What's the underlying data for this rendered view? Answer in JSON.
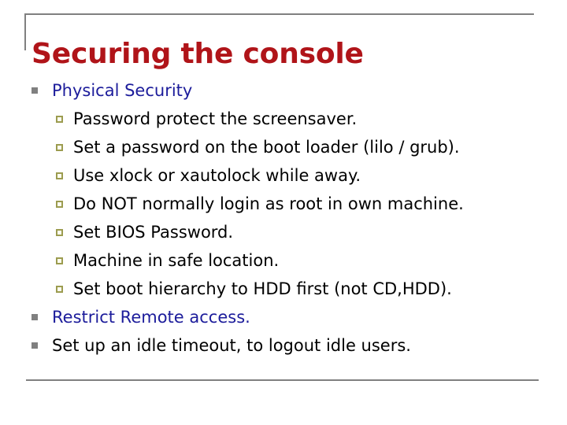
{
  "slide": {
    "title": "Securing the console",
    "title_color": "#B01419",
    "accent_rule_color": "#808080",
    "level1_bullet_color": "#808080",
    "level2_bullet_color": "#9C9C50",
    "body_text_color": "#000000",
    "highlight_text_color": "#1C1C9B",
    "outline": [
      {
        "level": 1,
        "text": "Physical Security",
        "color": "#1C1C9B",
        "bullet": "solid-square-bullet"
      },
      {
        "level": 2,
        "text": "Password protect the screensaver.",
        "color": "#000000",
        "bullet": "hollow-square-bullet"
      },
      {
        "level": 2,
        "text": "Set a password on the boot loader (lilo / grub).",
        "color": "#000000",
        "bullet": "hollow-square-bullet"
      },
      {
        "level": 2,
        "text": "Use xlock or xautolock while away.",
        "color": "#000000",
        "bullet": "hollow-square-bullet"
      },
      {
        "level": 2,
        "text": "Do NOT normally login as root in own machine.",
        "color": "#000000",
        "bullet": "hollow-square-bullet"
      },
      {
        "level": 2,
        "text": "Set BIOS Password.",
        "color": "#000000",
        "bullet": "hollow-square-bullet"
      },
      {
        "level": 2,
        "text": "Machine in safe location.",
        "color": "#000000",
        "bullet": "hollow-square-bullet"
      },
      {
        "level": 2,
        "text": "Set boot hierarchy to HDD first (not CD,HDD).",
        "color": "#000000",
        "bullet": "hollow-square-bullet"
      },
      {
        "level": 1,
        "text": "Restrict Remote access.",
        "color": "#1C1C9B",
        "bullet": "solid-square-bullet"
      },
      {
        "level": 1,
        "text": "Set up an idle timeout, to logout idle users.",
        "color": "#000000",
        "bullet": "solid-square-bullet"
      }
    ]
  }
}
